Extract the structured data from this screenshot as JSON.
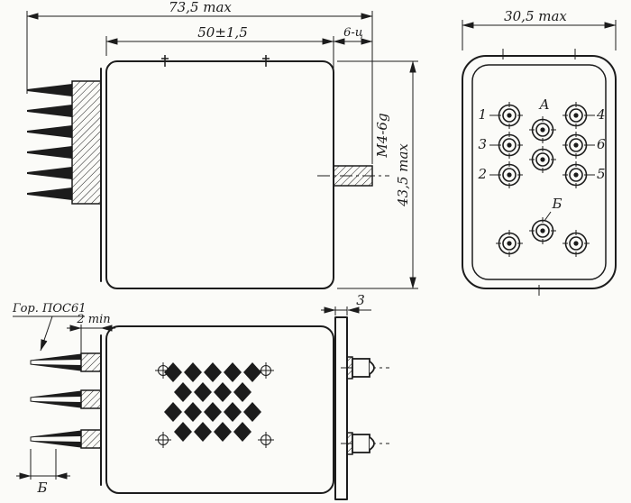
{
  "side_view": {
    "dim_overall": "73,5 max",
    "dim_body": "50±1,5",
    "dim_stud": "6-ц",
    "thread_label": "М4-6g",
    "dim_height": "43,5 max"
  },
  "face_view": {
    "dim_width": "30,5 max",
    "pins": {
      "p1": "1",
      "p3": "3",
      "p2": "2",
      "p4": "4",
      "p6": "6",
      "p5": "5",
      "pa": "А",
      "pb": "Б"
    }
  },
  "bottom_view": {
    "solder_note": "Гор. ПОС61",
    "dim_clearance": "2 min",
    "dim_tip_length": "Б",
    "dim_flange": "3"
  },
  "colors": {
    "ink": "#1c1c1c",
    "paper": "#fbfbf8"
  }
}
